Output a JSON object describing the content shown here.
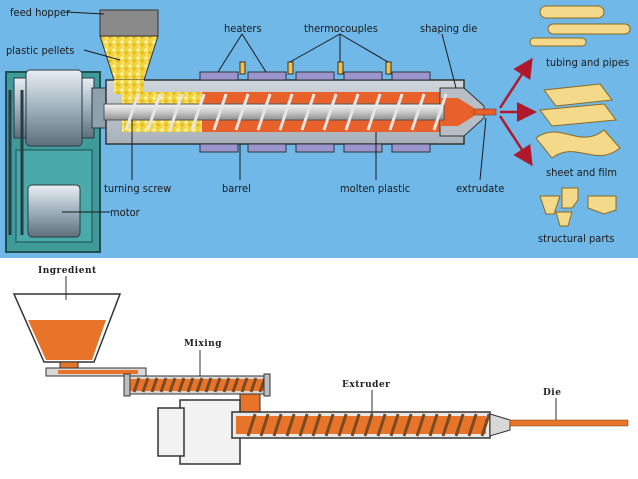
{
  "diagram1": {
    "labels": {
      "feed_hopper": "feed hopper",
      "plastic_pellets": "plastic pellets",
      "heaters": "heaters",
      "thermocouples": "thermocouples",
      "shaping_die": "shaping die",
      "turning_screw": "turning screw",
      "barrel": "barrel",
      "molten_plastic": "molten plastic",
      "extrudate": "extrudate",
      "motor": "motor",
      "tubing_and_pipes": "tubing and pipes",
      "sheet_and_film": "sheet and film",
      "structural_parts": "structural parts"
    },
    "colors": {
      "background": "#6fb8e8",
      "molten": "#e8602a",
      "pellets": "#f2d443",
      "products": "#f5d98a",
      "heater": "#9a95cc",
      "motor_frame": "#3f9a9a",
      "arrow": "#b2182b"
    }
  },
  "diagram2": {
    "labels": {
      "ingredient": "Ingredient",
      "mixing": "Mixing",
      "extruder": "Extruder",
      "die": "Die"
    },
    "colors": {
      "material": "#e8742a",
      "steel": "#d8d8d8"
    }
  }
}
